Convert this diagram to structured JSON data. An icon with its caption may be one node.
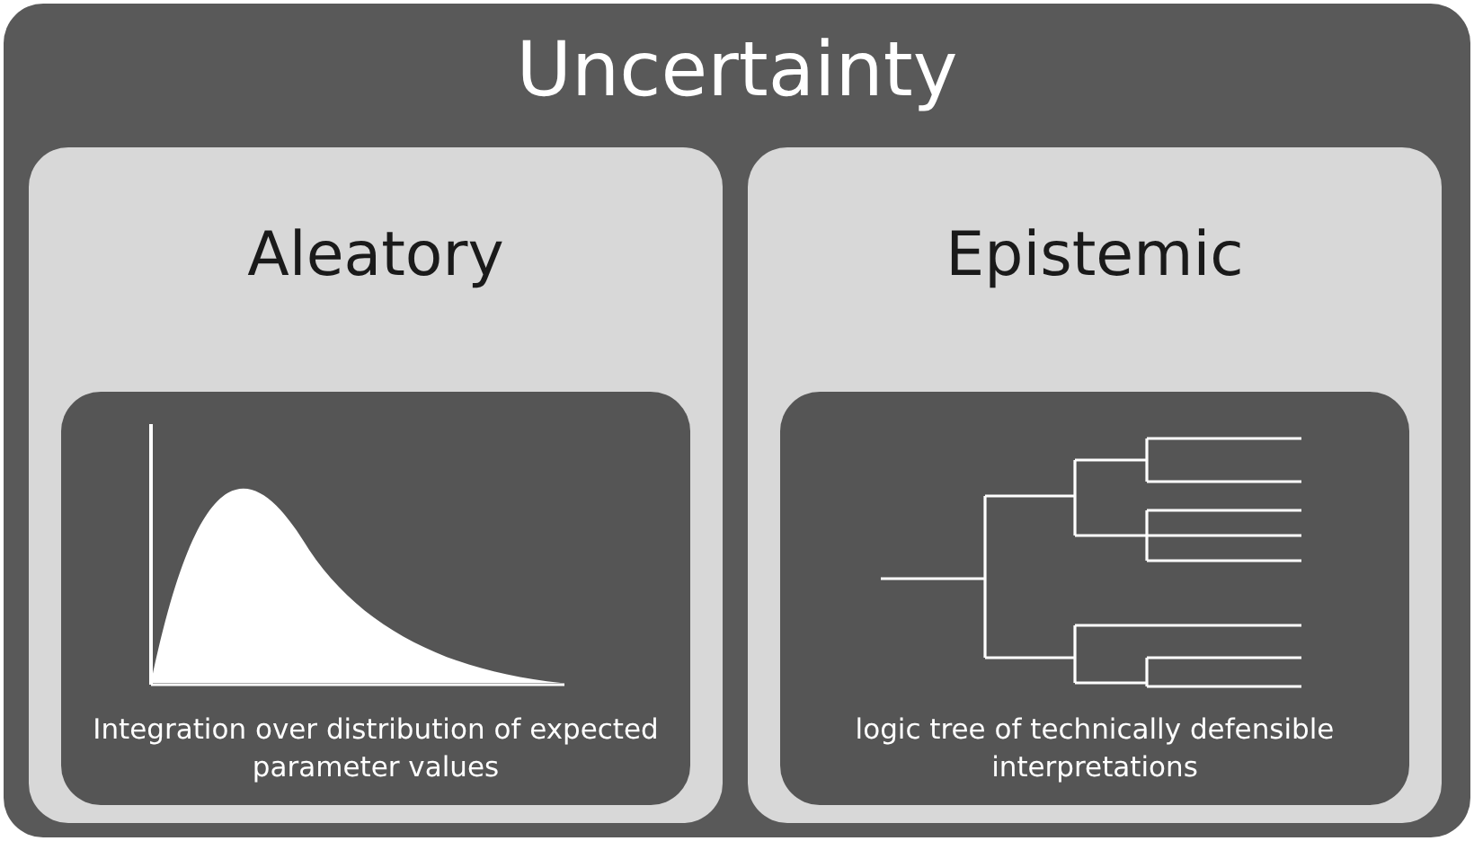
{
  "diagram": {
    "nodes": [
      {
        "text": [
          "Uncertainty"
        ]
      },
      {
        "text": [
          "Aleatory"
        ],
        "in": 0
      },
      {
        "text": [
          "Integration over distribution of expected parameter values"
        ],
        "in": 1
      },
      {
        "text": [
          "Epistemic"
        ],
        "in": 0
      },
      {
        "text": [
          "logic tree of technically defensible interpretations"
        ],
        "in": 3
      }
    ]
  }
}
